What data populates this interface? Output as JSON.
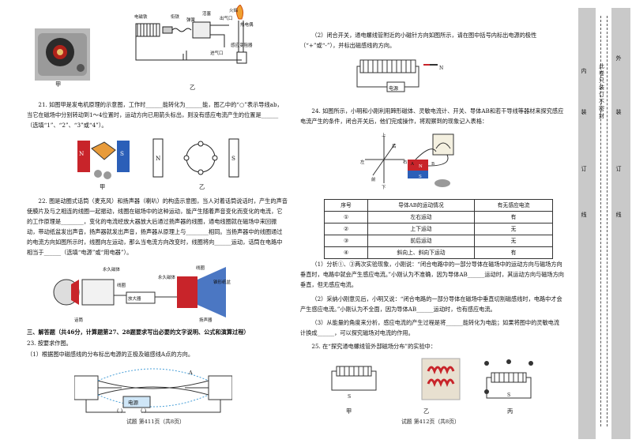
{
  "left": {
    "fig_top_labels": {
      "a": "电磁铁",
      "b": "衔铁",
      "c": "弹簧",
      "d": "活塞",
      "e": "出气口",
      "f": "感应变阻器",
      "g": "火焰",
      "h": "热电偶",
      "i": "进气口",
      "label_jia": "甲",
      "label_yi": "乙"
    },
    "q21": "21. 如图甲是发电机原理的示意图，工作时______能转化为______能，图乙中的“○”表示导线ab，当它在磁场中分别转动到1～4位置时，运动方向已用箭头标出，则没有感应电流产生的位置是______（选填“1”、“2”、“3”或“4”）。",
    "q21_fig": {
      "n": "N",
      "s": "S",
      "n2": "N",
      "s2": "S",
      "jia": "甲",
      "yi": "乙"
    },
    "q22": "22. 图是动圈式话筒（麦克风）和扬声器（喇叭）的构造示意图，当人对着话筒说话时，产生的声音使膜片及与之相连的线圈一起振动，线圈在磁场中的这种运动，能产生随着声音变化而变化的电流，它的工作原理是________，变化的电流经放大器放大后通过扬声器的线圈，通电线圈就在磁场中来回振动，带动纸盆发出声音，扬声器就发出声音，扬声器从原理上与________相同。当扬声器中的线圈通过的电流方向如图所示时，线圈向左运动，那么当电流方向改变时，线圈将向______运动，话筒在电路中相当于______（选填“电源”或“用电器”）。",
    "q22_fig": {
      "amp": "放大器",
      "mic": "话筒",
      "spk": "扬声器",
      "mag1": "永久磁体",
      "coil1": "线圈",
      "mag2": "永久磁体",
      "coil2": "线圈",
      "paper": "锥形纸盆"
    },
    "section3": "三、解答题（共46分，计算题第27、28题要求写出必要的文字说明、公式和演算过程）",
    "q23": "23. 按要求作图。",
    "q23_1": "（1）根据图中磁感线的分布标出电源的正极及磁感线A点的方向。",
    "q23_fig": {
      "src": "电源",
      "a": "A",
      "lb": "(  )",
      "rb": "(  )"
    },
    "footer": "试题 第411页（共8页）"
  },
  "right": {
    "q23_2": "（2）闭合开关，通电螺线管附近的小磁针方向如图所示，请在图中括号内标出电源的极性（“+”或“-”），并标出磁感线的方向。",
    "q23_2_fig": {
      "src": "电源",
      "n": "N"
    },
    "q24": "24. 如图所示，小明和小刚利用蹄形磁体、灵敏电流计、开关、导体AB和若干导线等器材来探究感应电流产生的条件，闭合开关后，他们完成操作，将观察到的现象记入表格：",
    "q24_fig": {
      "up": "上",
      "down": "下",
      "left": "左",
      "right": "右",
      "front": "前",
      "back": "后",
      "n": "N",
      "s": "S",
      "a": "A",
      "b": "B"
    },
    "table": {
      "headers": [
        "序号",
        "导体AB的运动情况",
        "有无感应电流"
      ],
      "rows": [
        [
          "①",
          "左右运动",
          "有"
        ],
        [
          "②",
          "上下运动",
          "无"
        ],
        [
          "③",
          "前后运动",
          "无"
        ],
        [
          "④",
          "斜向上、斜向下运动",
          "有"
        ]
      ]
    },
    "a1": "（1）分析①、③两次实验现象，小刚说：“闭合电路中的一部分导体在磁场中的运动方向与磁场方向垂直时，电路中就会产生感应电流。”小刚认为不准确，因为导体AB______运动时，其运动方向与磁场方向垂直，但无感应电流。",
    "a2": "（2）采纳小刚意见后，小明又说：“闭合电路的一部分导体在磁场中垂直切割磁感线时，电路中才会产生感应电流。”小刚认为不全面，因为导体AB______运动时，也有感应电流。",
    "a3": "（3）从能量的角度来分析，感应电流的产生过程是将______能转化为电能；如果将图中的灵敏电流计换成______，可以探究磁场对电流的作用。",
    "q25": "25. 在“探究通电螺线管外部磁场分布”的实验中：",
    "q25_fig": {
      "jia": "甲",
      "yi": "乙",
      "bing": "丙",
      "s1": "S",
      "s2": "S"
    },
    "footer": "试题 第412页（共8页）"
  },
  "binding": {
    "chars": [
      "此",
      "卷",
      "只",
      "装",
      "订",
      "不",
      "密",
      "封"
    ],
    "outer": [
      "外"
    ],
    "inner": [
      "内"
    ],
    "zhuang": "装",
    "ding": "订",
    "xian": "线",
    "zhuang2": "装",
    "ding2": "订",
    "xian2": "线"
  }
}
